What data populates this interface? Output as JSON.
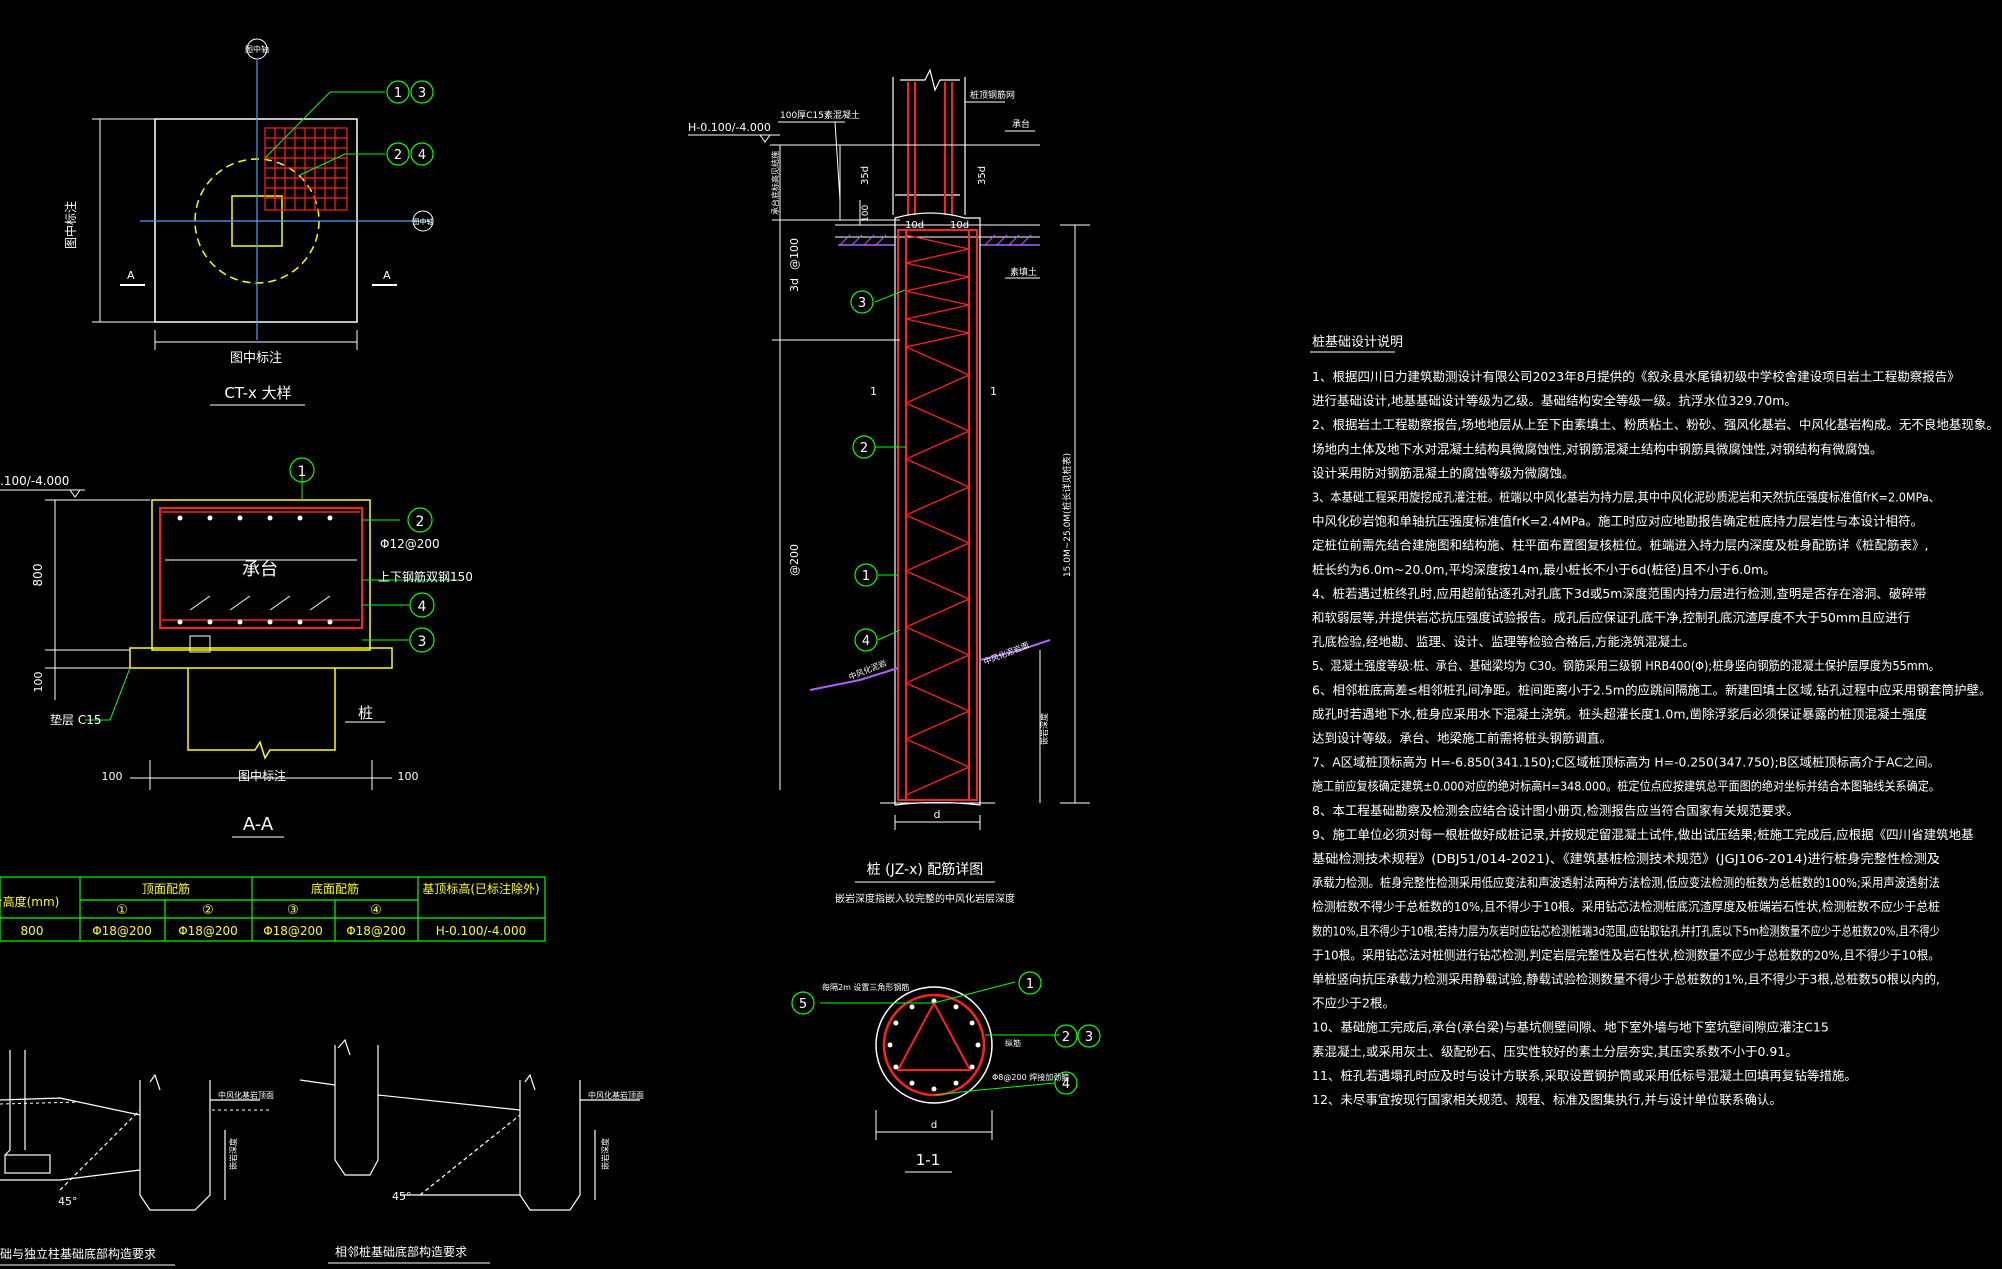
{
  "colors": {
    "background": "#000000",
    "green": "#00ff00",
    "white": "#ffffff",
    "red": "#ff2020",
    "yellow": "#ffff00",
    "magenta": "#ff00ff",
    "blue": "#4aa0ff",
    "purple": "#b060ff"
  },
  "ct_detail": {
    "axis_top_label": "图中轴",
    "axis_right_label": "图中轴",
    "dim_label_left": "图中标注",
    "dim_label_bottom": "图中标注",
    "section_mark": "A",
    "callouts": [
      "1",
      "3",
      "2",
      "4"
    ],
    "title": "CT-x 大样"
  },
  "aa_section": {
    "elevation_label": ".100/-4.000",
    "height_800": "800",
    "height_100": "100",
    "cap_label": "承台",
    "rebar_spec": "Φ12@200",
    "rebar_note": "上下钢筋双钢150",
    "cushion_label": "垫层 C15",
    "pile_label": "桩",
    "dim_left": "100",
    "dim_right": "100",
    "dim_mid": "图中标注",
    "title": "A-A",
    "callouts": [
      "1",
      "2",
      "3",
      "4"
    ]
  },
  "rebar_table": {
    "headers": [
      "台高度(mm)",
      "顶面配筋",
      "底面配筋",
      "基顶标高(已标注除外)"
    ],
    "sub_headers": [
      "①",
      "②",
      "③",
      "④"
    ],
    "rows": [
      [
        "800",
        "Φ18@200",
        "Φ18@200",
        "Φ18@200",
        "Φ18@200",
        "H-0.100/-4.000"
      ]
    ]
  },
  "pile_detail": {
    "elevation_label": "H-0.100/-4.000",
    "top_note_1": "100厚C15素混凝土",
    "top_note_2": "桩顶钢筋网",
    "top_note_3": "承台",
    "vertical_note": "承台底标高见结施",
    "dim_35d_left": "35d",
    "dim_35d_right": "35d",
    "dim_100": "100",
    "dim_10d_left": "10d",
    "dim_10d_right": "10d",
    "dim_3d": "3d",
    "dim_phi100": "@100",
    "dim_phi200": "@200",
    "section_mark": "1",
    "total_length": "15.0M~25.0M(桩长详见桩表)",
    "rock_note_left": "中风化泥岩",
    "rock_note_right": "中风化泥岩面",
    "soil_note": "素填土",
    "embed_note": "嵌岩深度",
    "dim_d": "d",
    "callouts": [
      "3",
      "2",
      "1",
      "4"
    ],
    "title": "桩 (JZ-x) 配筋详图",
    "subtitle": "嵌岩深度指嵌入较完整的中风化岩层深度"
  },
  "pile_section": {
    "note_spiral": "每隔2m 设置三角形钢筋",
    "note_main": "纵筋",
    "note_stirrup": "Φ8@200 焊接加劲箍",
    "callouts": [
      "5",
      "1",
      "2",
      "3",
      "4"
    ],
    "dim_d": "d",
    "title": "1-1"
  },
  "bottom_details": {
    "left_title": "础与独立柱基础底部构造要求",
    "right_title": "相邻桩基础底部构造要求",
    "angle_1": "45°",
    "angle_2": "45°",
    "note_1": "中风化基岩顶面",
    "note_2": "中风化基岩顶面",
    "dim_1": "嵌岩深度",
    "dim_2": "嵌岩深度"
  },
  "notes": {
    "title": "桩基础设计说明",
    "items": [
      "1、根据四川日力建筑勘测设计有限公司2023年8月提供的《叙永县水尾镇初级中学校舍建设项目岩土工程勘察报告》",
      "    进行基础设计,地基基础设计等级为乙级。基础结构安全等级一级。抗浮水位329.70m。",
      "2、根据岩土工程勘察报告,场地地层从上至下由素填土、粉质粘土、粉砂、强风化基岩、中风化基岩构成。无不良地基现象。",
      "    场地内土体及地下水对混凝土结构具微腐蚀性,对钢筋混凝土结构中钢筋具微腐蚀性,对钢结构有微腐蚀。",
      "    设计采用防对钢筋混凝土的腐蚀等级为微腐蚀。",
      "3、本基础工程采用旋挖成孔灌注桩。桩端以中风化基岩为持力层,其中中风化泥砂质泥岩和天然抗压强度标准值frK=2.0MPa、",
      "    中风化砂岩饱和单轴抗压强度标准值frK=2.4MPa。施工时应对应地勘报告确定桩底持力层岩性与本设计相符。",
      "    定桩位前需先结合建施图和结构施、柱平面布置图复核桩位。桩端进入持力层内深度及桩身配筋详《桩配筋表》,",
      "    桩长约为6.0m~20.0m,平均深度按14m,最小桩长不小于6d(桩径)且不小于6.0m。",
      "4、桩若遇过桩终孔时,应用超前钻逐孔对孔底下3d或5m深度范围内持力层进行检测,查明是否存在溶洞、破碎带",
      "    和软弱层等,并提供岩芯抗压强度试验报告。成孔后应保证孔底干净,控制孔底沉渣厚度不大于50mm且应进行",
      "    孔底检验,经地勘、监理、设计、监理等检验合格后,方能浇筑混凝土。",
      "5、混凝土强度等级:桩、承台、基础梁均为 C30。钢筋采用三级钢 HRB400(Φ);桩身竖向钢筋的混凝土保护层厚度为55mm。",
      "6、相邻桩底高差≤相邻桩孔间净距。桩间距离小于2.5m的应跳间隔施工。新建回填土区域,钻孔过程中应采用钢套筒护壁。",
      "    成孔时若遇地下水,桩身应采用水下混凝土浇筑。桩头超灌长度1.0m,凿除浮浆后必须保证暴露的桩顶混凝土强度",
      "    达到设计等级。承台、地梁施工前需将桩头钢筋调直。",
      "7、A区域桩顶标高为 H=-6.850(341.150);C区域桩顶标高为 H=-0.250(347.750);B区域桩顶标高介于AC之间。",
      "    施工前应复核确定建筑±0.000对应的绝对标高H=348.000。桩定位点应按建筑总平面图的绝对坐标并结合本图轴线关系确定。",
      "8、本工程基础勘察及检测会应结合设计图小册页,检测报告应当符合国家有关规范要求。",
      "9、施工单位必须对每一根桩做好成桩记录,并按规定留混凝土试件,做出试压结果;桩施工完成后,应根据《四川省建筑地基",
      "    基础检测技术规程》(DBJ51/014-2021)、《建筑基桩检测技术规范》(JGJ106-2014)进行桩身完整性检测及",
      "    承载力检测。桩身完整性检测采用低应变法和声波透射法两种方法检测,低应变法检测的桩数为总桩数的100%;采用声波透射法",
      "    检测桩数不得少于总桩数的10%,且不得少于10根。采用钻芯法检测桩底沉渣厚度及桩端岩石性状,检测桩数不应少于总桩",
      "    数的10%,且不得少于10根;若持力层为灰岩时应钻芯检测桩端3d范围,应钻取钻孔并打孔底以下5m检测数量不应少于总桩数20%,且不得少",
      "    于10根。采用钻芯法对桩侧进行钻芯检测,判定岩层完整性及岩石性状,检测数量不应少于总桩数的20%,且不得少于10根。",
      "    单桩竖向抗压承载力检测采用静载试验,静载试验检测数量不得少于总桩数的1%,且不得少于3根,总桩数50根以内的,",
      "    不应少于2根。",
      "10、基础施工完成后,承台(承台梁)与基坑侧壁间隙、地下室外墙与地下室坑壁间隙应灌注C15",
      "    素混凝土,或采用灰土、级配砂石、压实性较好的素土分层夯实,其压实系数不小于0.91。",
      "11、桩孔若遇塌孔时应及时与设计方联系,采取设置钢护筒或采用低标号混凝土回填再复钻等措施。",
      "12、未尽事宜按现行国家相关规范、规程、标准及图集执行,并与设计单位联系确认。"
    ]
  }
}
